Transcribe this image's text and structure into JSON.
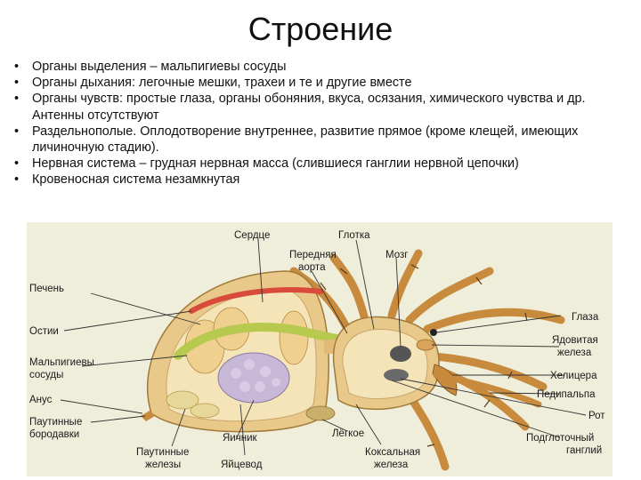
{
  "slide": {
    "title": "Строение",
    "bullets": [
      "Органы выделения – мальпигиевы сосуды",
      "Органы дыхания: легочные мешки, трахеи и те и другие вместе",
      "Органы чувств: простые глаза, органы обоняния, вкуса, осязания, химического чувства и др. Антенны отсутствуют",
      "Раздельнополые. Оплодотворение внутреннее, развитие прямое (кроме клещей, имеющих личиночную стадию).",
      "Нервная система – грудная нервная масса (слившиеся ганглии нервной цепочки)",
      "Кровеносная система незамкнутая"
    ]
  },
  "figure": {
    "labels": {
      "heart": "Сердце",
      "pharynx": "Глотка",
      "anterior_aorta_1": "Передняя",
      "anterior_aorta_2": "аорта",
      "brain": "Мозг",
      "liver": "Печень",
      "ostia": "Остии",
      "eyes": "Глаза",
      "venom_gland_1": "Ядовитая",
      "venom_gland_2": "железа",
      "malpighian_1": "Мальпигиевы",
      "malpighian_2": "сосуды",
      "chelicera": "Хелицера",
      "pedipalp": "Педипальпа",
      "anus": "Анус",
      "mouth": "Рот",
      "spinnerets_1": "Паутинные",
      "spinnerets_2": "бородавки",
      "subpharyngeal_1": "Подглоточный",
      "subpharyngeal_2": "ганглий",
      "ovary": "Яичник",
      "lung": "Лёгкое",
      "silk_glands_1": "Паутинные",
      "silk_glands_2": "железы",
      "oviduct": "Яйцевод",
      "coxal_gland_1": "Коксальная",
      "coxal_gland_2": "железа"
    },
    "colors": {
      "background": "#efeedb",
      "body_wall": "#e9c98a",
      "leg": "#c88a3c",
      "gut": "#c8d96a",
      "ovary": "#c8b8d8",
      "liver": "#f4e4b8",
      "nerve": "#555555",
      "vessel": "#d84a3a"
    }
  }
}
